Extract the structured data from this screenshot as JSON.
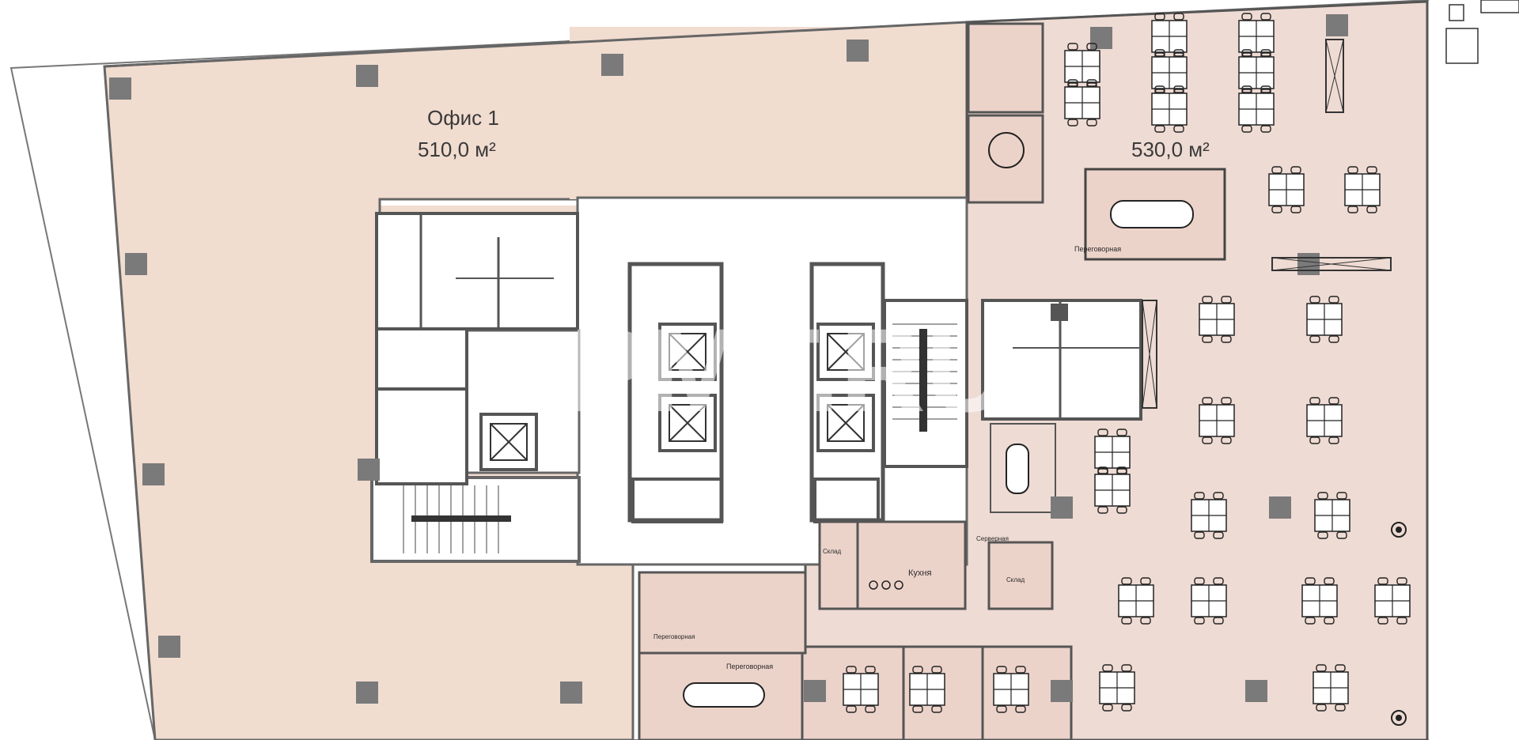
{
  "office1": {
    "name": "Офис 1",
    "area": "510,0 м²"
  },
  "office2": {
    "area": "530,0 м²"
  },
  "kitchen": "Кухня",
  "small_labels": {
    "meeting_room_top": "Переговорная",
    "meeting_room_bottom": "Переговорная",
    "meeting_room_left": "Переговорная",
    "storage_1": "Склад",
    "storage_2": "Склад",
    "technical": "Серверная"
  },
  "watermark": "PMT.RU",
  "colors": {
    "office1_fill": "#f1dcd0",
    "office2_fill": "#eedbd3",
    "wall": "#5a5a5a",
    "core": "#ffffff"
  }
}
